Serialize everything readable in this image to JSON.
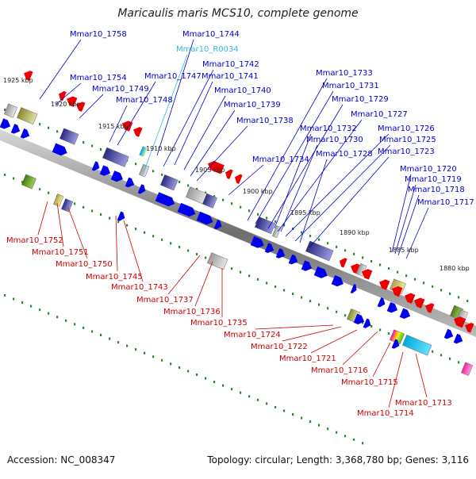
{
  "title": "Maricaulis maris MCS10, complete genome",
  "footer": {
    "accession": "Accession: NC_008347",
    "topology": "Topology: circular; Length: 3,368,780 bp; Genes: 3,116"
  },
  "colors": {
    "forward_label": "#0000cc",
    "rna_label": "#33bbdd",
    "reverse_label": "#cc0000",
    "forward_gene": "#0000ee",
    "reverse_gene": "#ee0000",
    "backbone": "#888888",
    "tick": "#2a8a2a"
  },
  "kbp_labels": [
    "1925 kbp",
    "1920 kbp",
    "1915 kbp",
    "1910 kbp",
    "1905 kbp",
    "1900 kbp",
    "1895 kbp",
    "1890 kbp",
    "1885 kbp",
    "1880 kbp"
  ],
  "forward_labels": [
    "Mmar10_1758",
    "Mmar10_1744",
    "Mmar10_R0034",
    "Mmar10_1742",
    "Mmar10_1747",
    "Mmar10_1754",
    "Mmar10_1741",
    "Mmar10_1749",
    "Mmar10_1748",
    "Mmar10_1740",
    "Mmar10_1739",
    "Mmar10_1738",
    "Mmar10_1734",
    "Mmar10_1733",
    "Mmar10_1731",
    "Mmar10_1729",
    "Mmar10_1727",
    "Mmar10_1732",
    "Mmar10_1726",
    "Mmar10_1730",
    "Mmar10_1725",
    "Mmar10_1728",
    "Mmar10_1723",
    "Mmar10_1720",
    "Mmar10_1719",
    "Mmar10_1718",
    "Mmar10_1717"
  ],
  "reverse_labels": [
    "Mmar10_1752",
    "Mmar10_1751",
    "Mmar10_1750",
    "Mmar10_1745",
    "Mmar10_1743",
    "Mmar10_1737",
    "Mmar10_1736",
    "Mmar10_1735",
    "Mmar10_1724",
    "Mmar10_1722",
    "Mmar10_1721",
    "Mmar10_1716",
    "Mmar10_1715",
    "Mmar10_1714",
    "Mmar10_1713"
  ]
}
